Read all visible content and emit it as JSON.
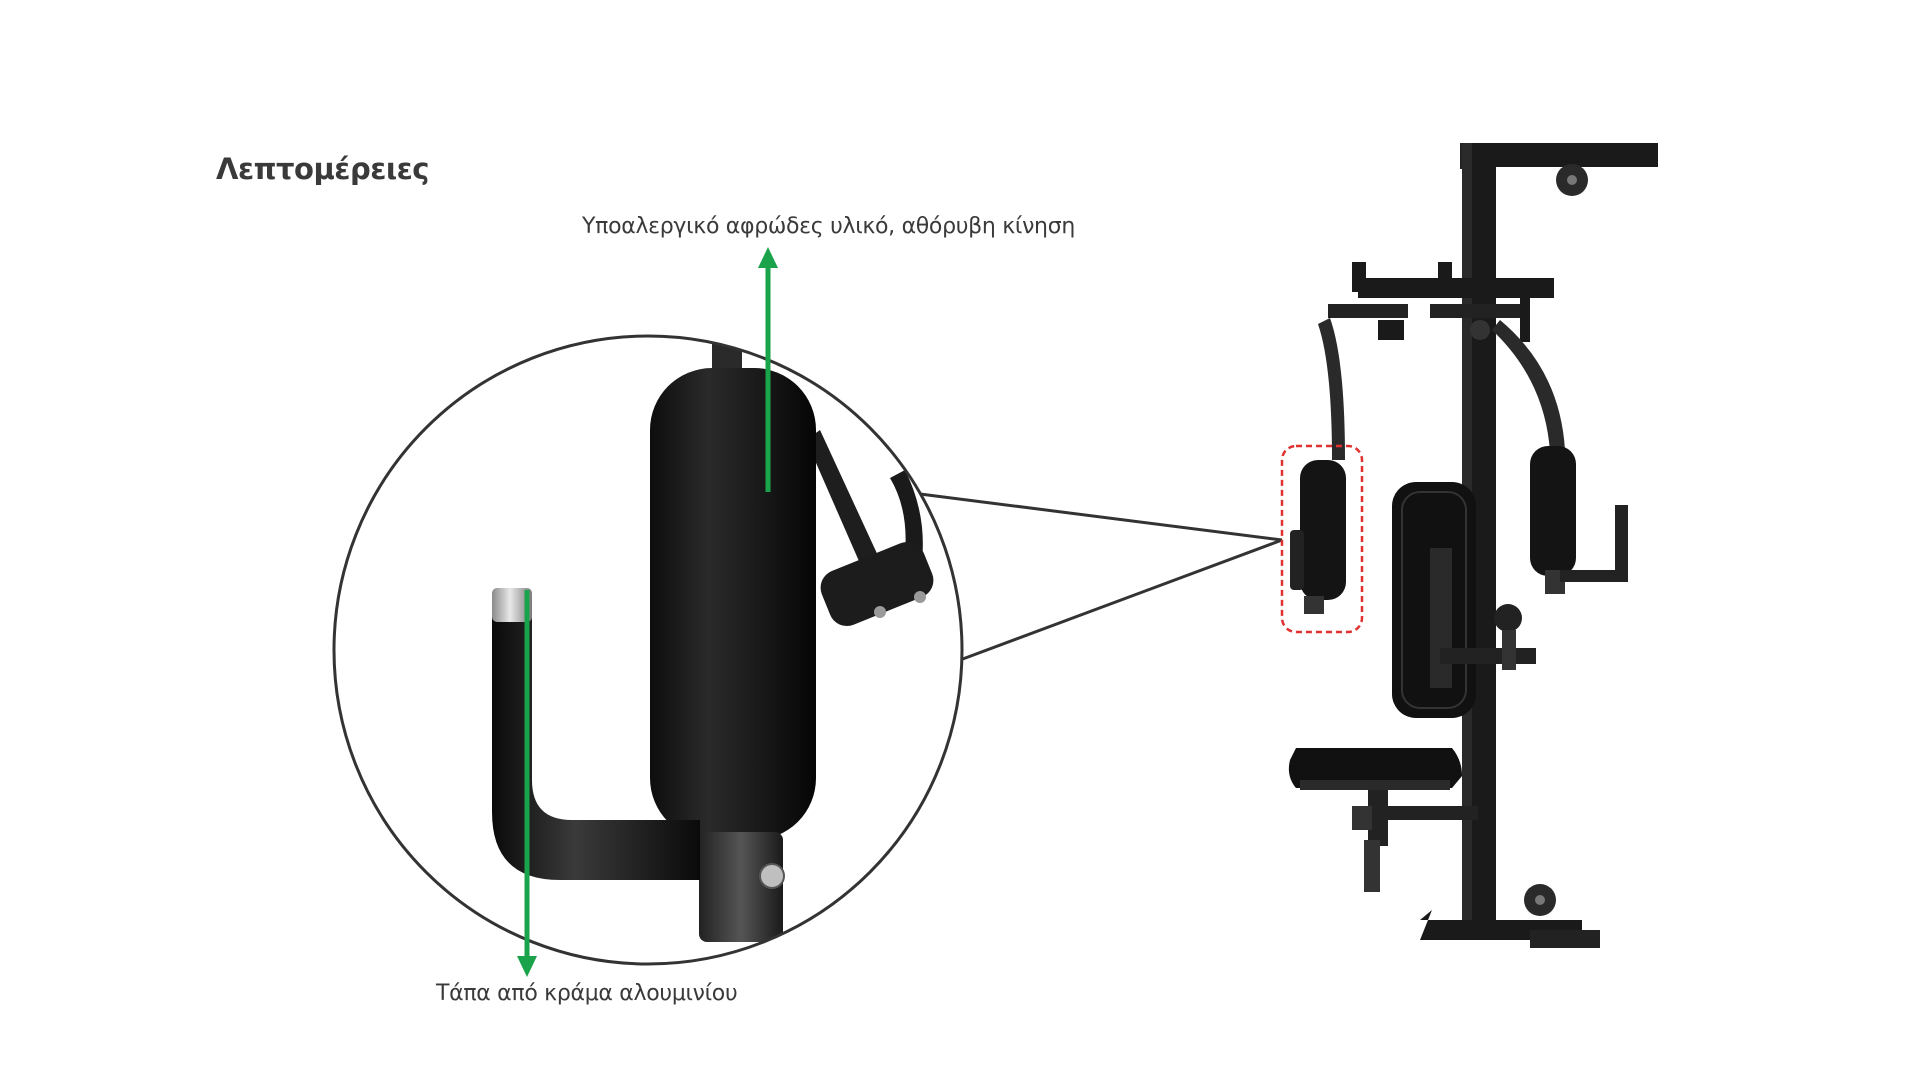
{
  "page": {
    "title": "Λεπτομέρειες"
  },
  "callouts": {
    "top": "Υποαλεργικό αφρώδες υλικό, αθόρυβη κίνηση",
    "bottom": "Τάπα από κράμα αλουμινίου"
  },
  "colors": {
    "accent_arrow": "#1aa34a",
    "highlight_box": "#e03030",
    "equipment": "#1a1a1a",
    "circle_outline": "#333333"
  },
  "icons": {
    "arrow_up": "arrow-up-icon",
    "arrow_down": "arrow-down-icon"
  }
}
